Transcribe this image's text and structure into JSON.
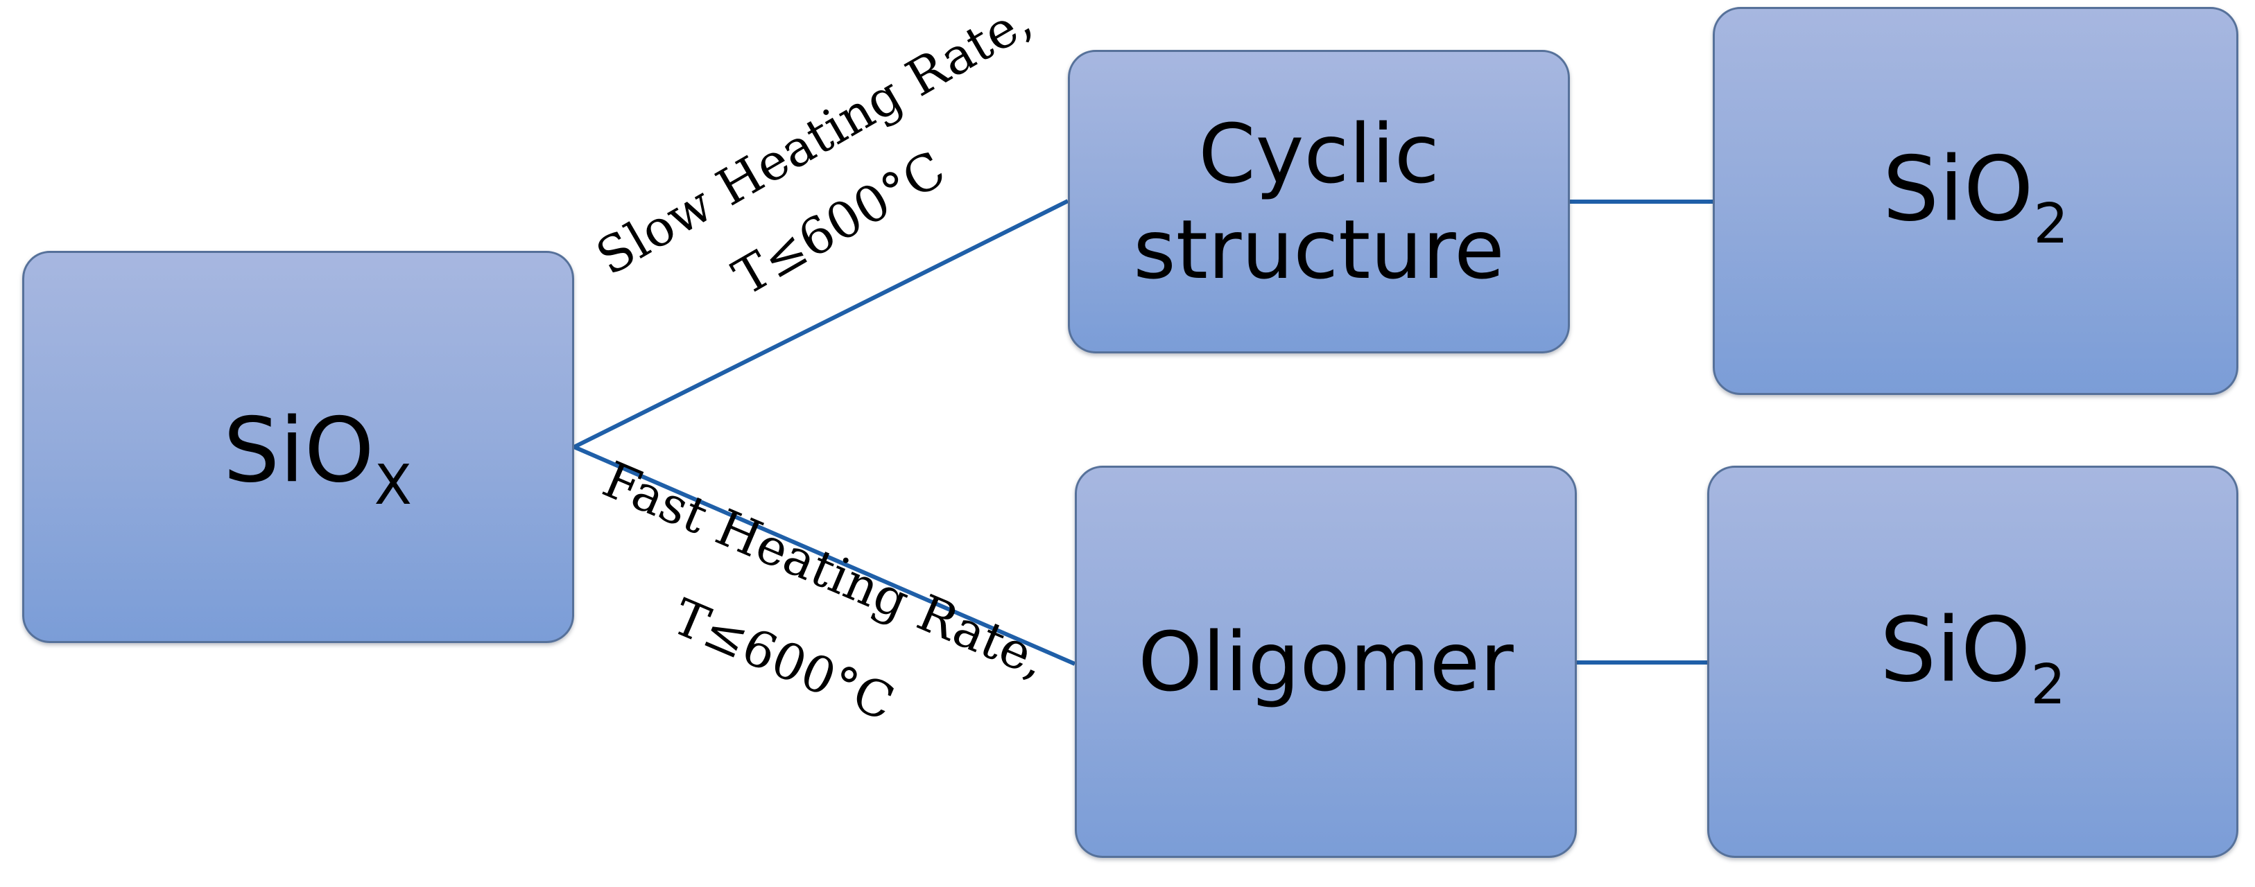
{
  "nodes": {
    "siox": {
      "main": "SiO",
      "sub": "X"
    },
    "cyclic": {
      "line1": "Cyclic",
      "line2": "structure"
    },
    "oligomer": {
      "label": "Oligomer"
    },
    "sio2_top": {
      "main": "SiO",
      "sub": "2"
    },
    "sio2_bottom": {
      "main": "SiO",
      "sub": "2"
    }
  },
  "edges": {
    "slow": {
      "line1": "Slow Heating Rate,",
      "line2": "T≤600°C"
    },
    "fast": {
      "line1": "Fast Heating Rate,",
      "line2": "T≤600°C"
    }
  },
  "colors": {
    "connector": "#1f5fa8",
    "box_top": "#a7b7e0",
    "box_bottom": "#7b9dd7",
    "box_border": "#56719a"
  }
}
